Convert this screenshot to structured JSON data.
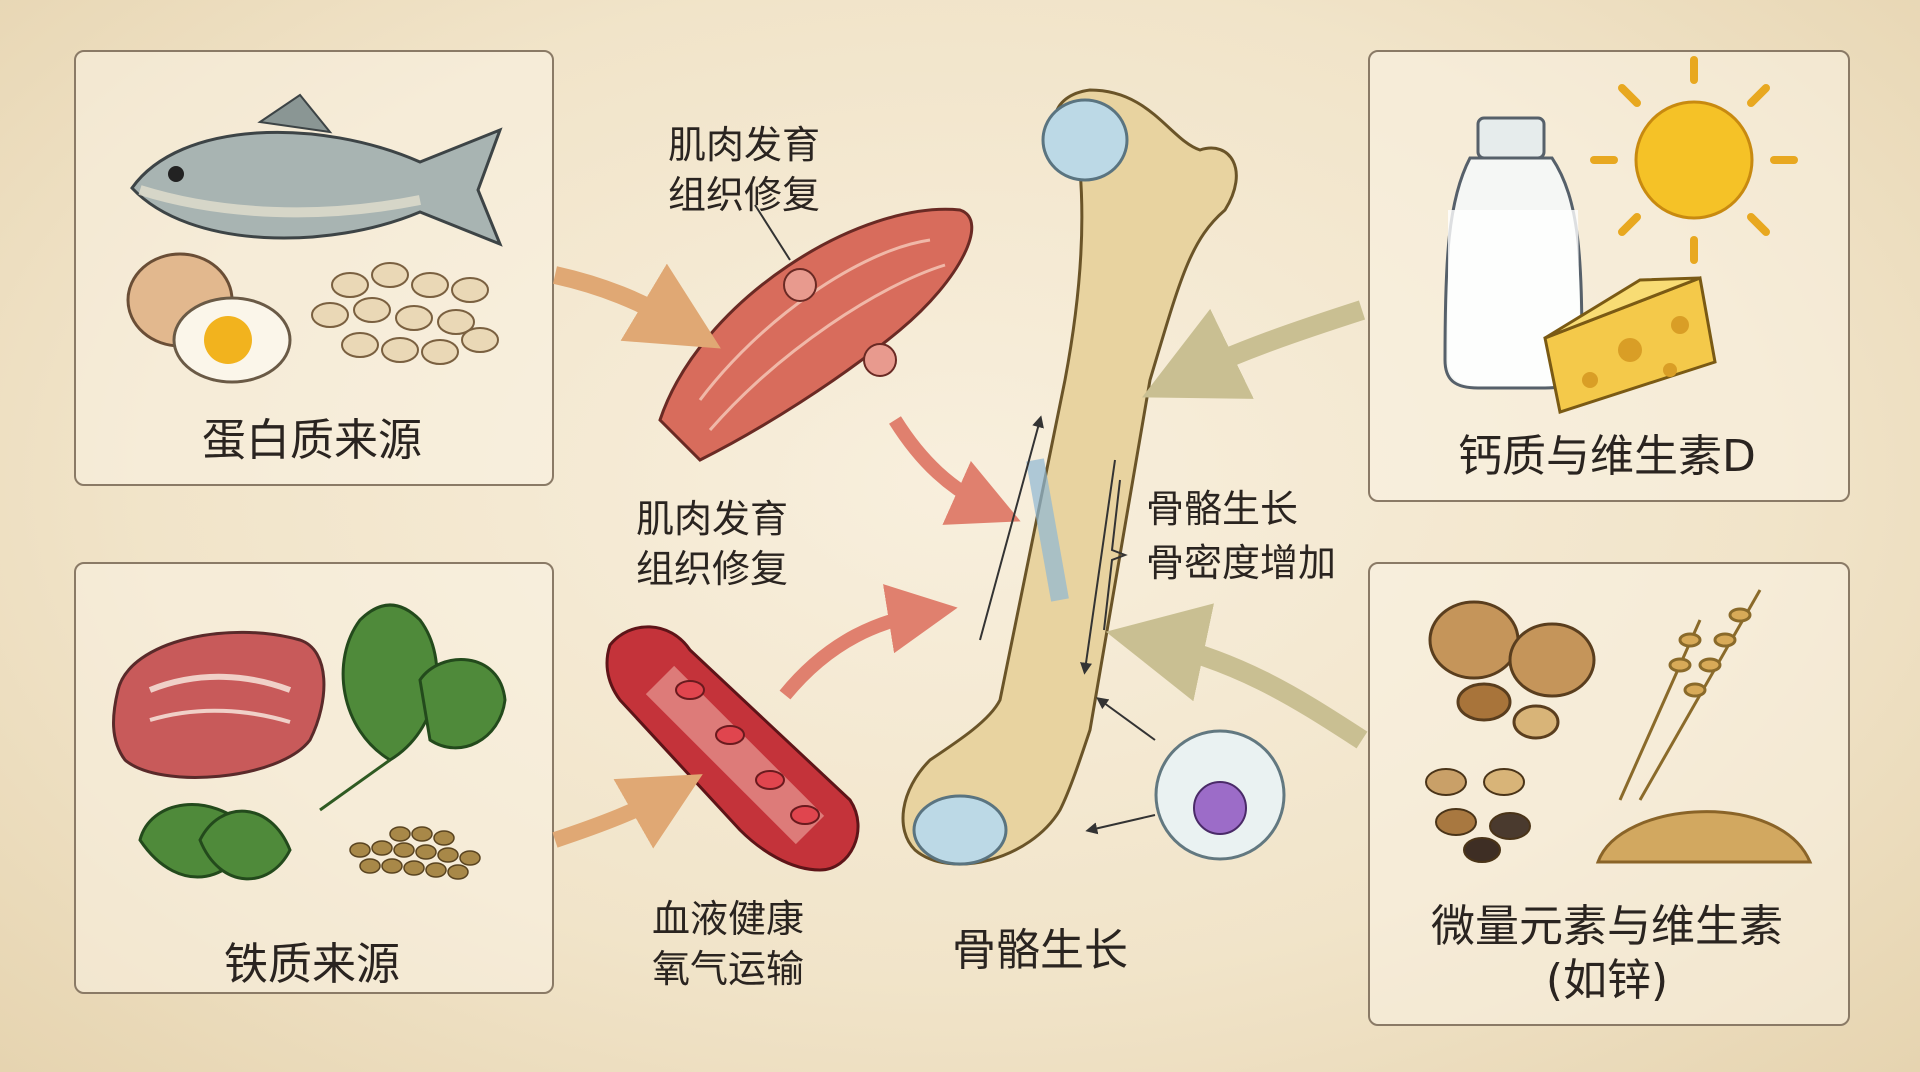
{
  "panels": {
    "protein": {
      "label": "蛋白质来源"
    },
    "iron": {
      "label": "铁质来源"
    },
    "calcium": {
      "label": "钙质与维生素D"
    },
    "micro": {
      "label_line1": "微量元素与维生素",
      "label_line2": "(如锌)"
    }
  },
  "center": {
    "muscle_top": {
      "line1": "肌肉发育",
      "line2": "组织修复"
    },
    "muscle_mid": {
      "line1": "肌肉发育",
      "line2": "组织修复"
    },
    "blood": {
      "line1": "血液健康",
      "line2": "氧气运输"
    },
    "bone_side": {
      "line1": "骨骼生长",
      "line2": "骨密度增加"
    },
    "bone_bottom": "骨骼生长"
  },
  "colors": {
    "paper": "#f3e8d2",
    "panel_border": "#8a7a66",
    "protein_arrow": "#e0a874",
    "blood_arrow": "#e0806e",
    "calcium_arrow": "#c9bf92",
    "bone": "#e8d3a0",
    "cartilage": "#bcd9e6",
    "muscle": "#d86c5c",
    "vessel": "#c4333a"
  }
}
